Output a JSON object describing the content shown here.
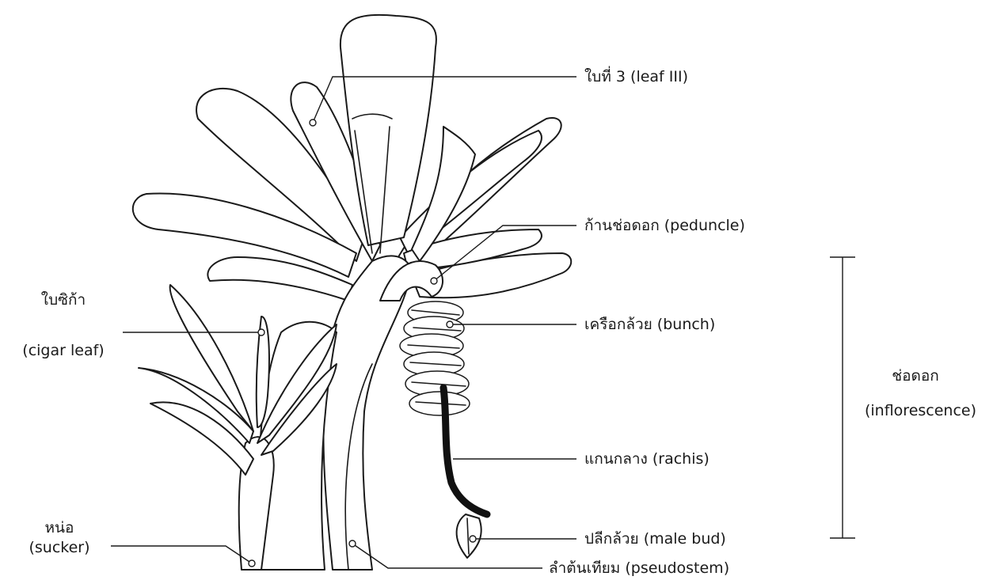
{
  "labels": {
    "leaf3": "ใบที่ 3 (leaf III)",
    "peduncle": "ก้านช่อดอก (peduncle)",
    "bunch": "เครือกล้วย (bunch)",
    "rachis": "แกนกลาง (rachis)",
    "male_bud": "ปลีกล้วย (male bud)",
    "pseudostem": "ลำต้นเทียม (pseudostem)",
    "cigar_leaf_th": "ใบซิก้า",
    "cigar_leaf_en": "(cigar leaf)",
    "sucker_th": "หน่อ",
    "sucker_en": "(sucker)",
    "inflorescence_th": "ช่อดอก",
    "inflorescence_en": "(inflorescence)"
  },
  "colors": {
    "line": "#1a1a1a",
    "rachis": "#111111",
    "background": "#ffffff"
  }
}
